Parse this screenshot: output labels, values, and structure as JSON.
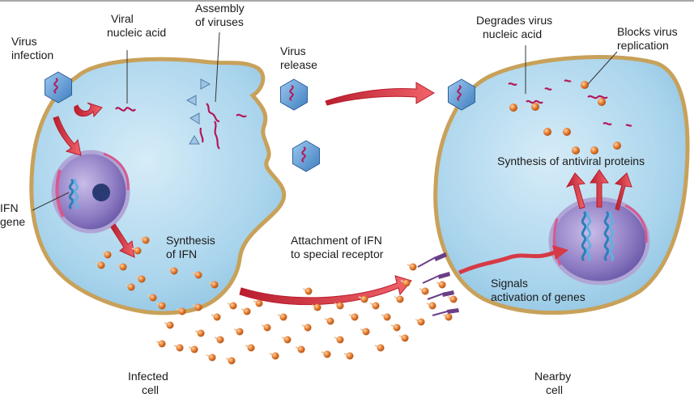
{
  "labels": {
    "virus_infection": [
      "Virus",
      "infection"
    ],
    "viral_nucleic_acid": [
      "Viral",
      "nucleic acid"
    ],
    "assembly_of_viruses": [
      "Assembly",
      "of viruses"
    ],
    "virus_release": [
      "Virus",
      "release"
    ],
    "degrades_virus_nucleic_acid": [
      "Degrades virus",
      "nucleic acid"
    ],
    "blocks_virus_replication": [
      "Blocks virus",
      "replication"
    ],
    "ifn_gene": [
      "IFN",
      "gene"
    ],
    "synthesis_of_ifn": [
      "Synthesis",
      "of IFN"
    ],
    "attachment_of_ifn": [
      "Attachment of IFN",
      "to special receptor"
    ],
    "synthesis_of_antiviral_proteins": "Synthesis of antiviral proteins",
    "signals_activation_of_genes": [
      "Signals",
      "activation of genes"
    ],
    "infected_cell": [
      "Infected",
      "cell"
    ],
    "nearby_cell": [
      "Nearby",
      "cell"
    ]
  },
  "colors": {
    "cytoplasm": "#a9d4ec",
    "cell_membrane": "#c8a15a",
    "nucleus": "#7d6bb5",
    "virus_capsid": "#5b94cf",
    "nucleic_acid": "#b4185a",
    "ifn_particle": "#e1782a",
    "arrow": "#e0474e",
    "receptor": "#6a3f86"
  }
}
